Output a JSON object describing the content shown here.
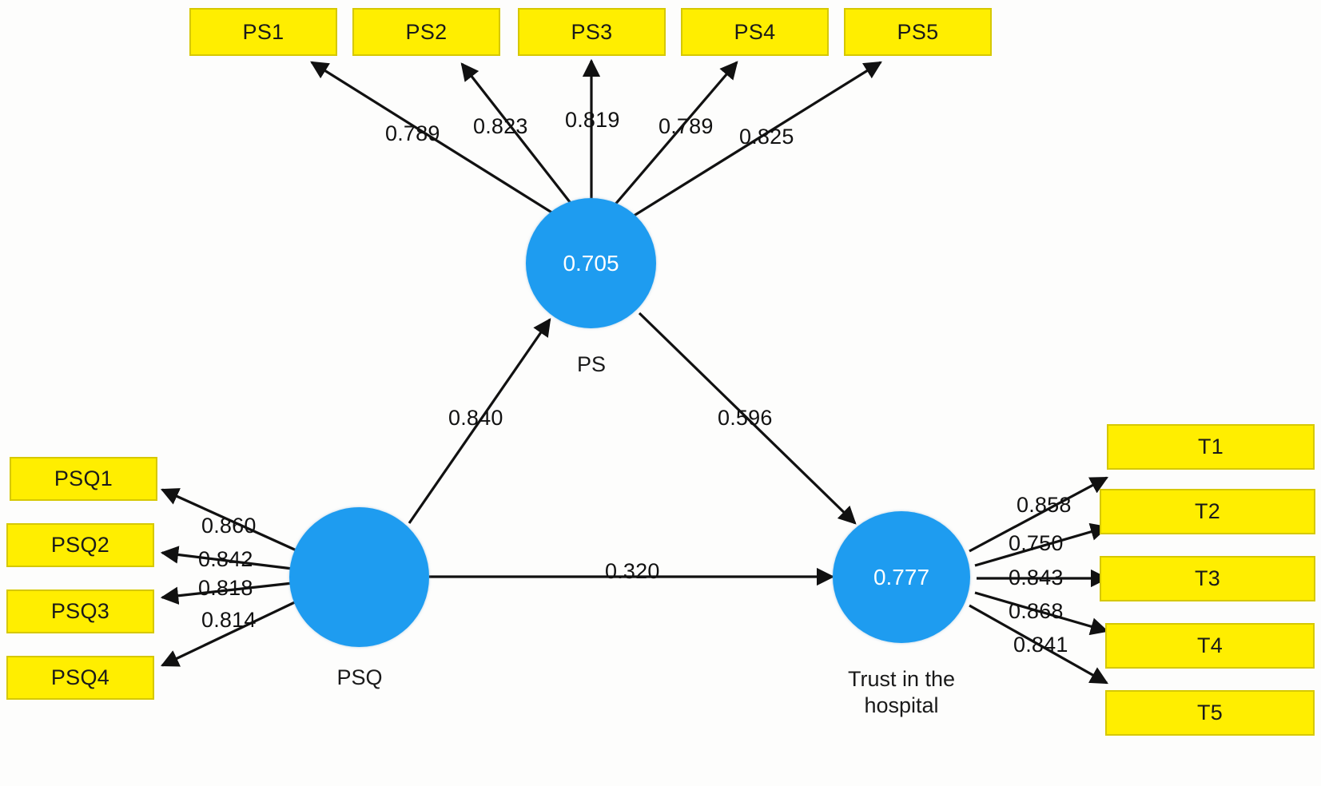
{
  "diagram": {
    "title": "PLS-SEM path model",
    "colors": {
      "indicator_fill": "#ffee00",
      "indicator_border": "#d6c800",
      "construct_fill": "#1e9cf0",
      "construct_text": "#ffffff",
      "edge": "#111111",
      "background": "#fdfdfc"
    }
  },
  "constructs": [
    {
      "id": "PS",
      "label": "PS",
      "value": "0.705"
    },
    {
      "id": "PSQ",
      "label": "PSQ",
      "value": ""
    },
    {
      "id": "TRUST",
      "label": "Trust in the\nhospital",
      "label_line1": "Trust in the",
      "label_line2": "hospital",
      "value": "0.777"
    }
  ],
  "indicators": {
    "ps": [
      {
        "label": "PS1"
      },
      {
        "label": "PS2"
      },
      {
        "label": "PS3"
      },
      {
        "label": "PS4"
      },
      {
        "label": "PS5"
      }
    ],
    "psq": [
      {
        "label": "PSQ1"
      },
      {
        "label": "PSQ2"
      },
      {
        "label": "PSQ3"
      },
      {
        "label": "PSQ4"
      }
    ],
    "trust": [
      {
        "label": "T1"
      },
      {
        "label": "T2"
      },
      {
        "label": "T3"
      },
      {
        "label": "T4"
      },
      {
        "label": "T5"
      }
    ]
  },
  "loadings": {
    "ps": [
      "0.789",
      "0.823",
      "0.819",
      "0.789",
      "0.825"
    ],
    "psq": [
      "0.860",
      "0.842",
      "0.818",
      "0.814"
    ],
    "trust": [
      "0.858",
      "0.750",
      "0.843",
      "0.868",
      "0.841"
    ]
  },
  "paths": [
    {
      "from": "PSQ",
      "to": "PS",
      "value": "0.840"
    },
    {
      "from": "PS",
      "to": "TRUST",
      "value": "0.596"
    },
    {
      "from": "PSQ",
      "to": "TRUST",
      "value": "0.320"
    }
  ],
  "chart_data": {
    "type": "diagram",
    "title": "Structural equation model: PSQ, PS and Trust in the hospital",
    "nodes": [
      {
        "id": "PS",
        "type": "latent",
        "r_squared": 0.705
      },
      {
        "id": "PSQ",
        "type": "latent",
        "r_squared": null
      },
      {
        "id": "Trust in the hospital",
        "type": "latent",
        "r_squared": 0.777
      },
      {
        "id": "PS1",
        "type": "indicator"
      },
      {
        "id": "PS2",
        "type": "indicator"
      },
      {
        "id": "PS3",
        "type": "indicator"
      },
      {
        "id": "PS4",
        "type": "indicator"
      },
      {
        "id": "PS5",
        "type": "indicator"
      },
      {
        "id": "PSQ1",
        "type": "indicator"
      },
      {
        "id": "PSQ2",
        "type": "indicator"
      },
      {
        "id": "PSQ3",
        "type": "indicator"
      },
      {
        "id": "PSQ4",
        "type": "indicator"
      },
      {
        "id": "T1",
        "type": "indicator"
      },
      {
        "id": "T2",
        "type": "indicator"
      },
      {
        "id": "T3",
        "type": "indicator"
      },
      {
        "id": "T4",
        "type": "indicator"
      },
      {
        "id": "T5",
        "type": "indicator"
      }
    ],
    "edges": [
      {
        "from": "PS",
        "to": "PS1",
        "weight": 0.789,
        "kind": "loading"
      },
      {
        "from": "PS",
        "to": "PS2",
        "weight": 0.823,
        "kind": "loading"
      },
      {
        "from": "PS",
        "to": "PS3",
        "weight": 0.819,
        "kind": "loading"
      },
      {
        "from": "PS",
        "to": "PS4",
        "weight": 0.789,
        "kind": "loading"
      },
      {
        "from": "PS",
        "to": "PS5",
        "weight": 0.825,
        "kind": "loading"
      },
      {
        "from": "PSQ",
        "to": "PSQ1",
        "weight": 0.86,
        "kind": "loading"
      },
      {
        "from": "PSQ",
        "to": "PSQ2",
        "weight": 0.842,
        "kind": "loading"
      },
      {
        "from": "PSQ",
        "to": "PSQ3",
        "weight": 0.818,
        "kind": "loading"
      },
      {
        "from": "PSQ",
        "to": "PSQ4",
        "weight": 0.814,
        "kind": "loading"
      },
      {
        "from": "Trust in the hospital",
        "to": "T1",
        "weight": 0.858,
        "kind": "loading"
      },
      {
        "from": "Trust in the hospital",
        "to": "T2",
        "weight": 0.75,
        "kind": "loading"
      },
      {
        "from": "Trust in the hospital",
        "to": "T3",
        "weight": 0.843,
        "kind": "loading"
      },
      {
        "from": "Trust in the hospital",
        "to": "T4",
        "weight": 0.868,
        "kind": "loading"
      },
      {
        "from": "Trust in the hospital",
        "to": "T5",
        "weight": 0.841,
        "kind": "loading"
      },
      {
        "from": "PSQ",
        "to": "PS",
        "weight": 0.84,
        "kind": "structural"
      },
      {
        "from": "PS",
        "to": "Trust in the hospital",
        "weight": 0.596,
        "kind": "structural"
      },
      {
        "from": "PSQ",
        "to": "Trust in the hospital",
        "weight": 0.32,
        "kind": "structural"
      }
    ]
  }
}
